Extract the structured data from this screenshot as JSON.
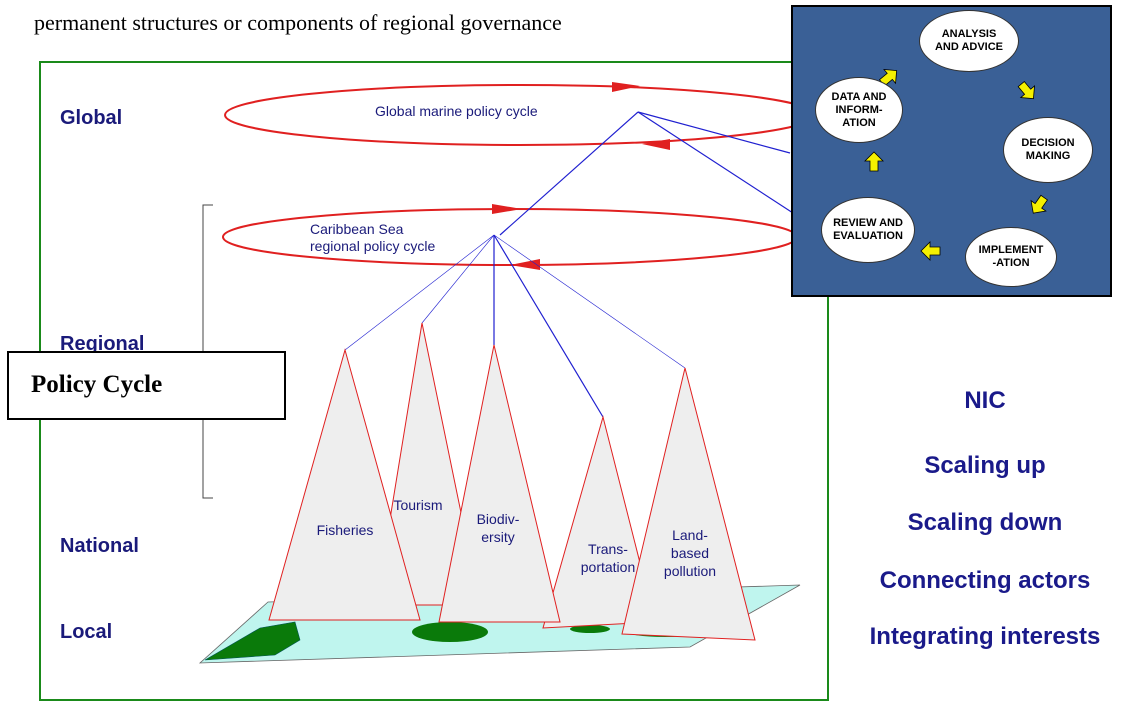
{
  "intro_text": "permanent structures or components of regional governance",
  "levels": {
    "global": "Global",
    "regional": "Regional",
    "national": "National",
    "local": "Local"
  },
  "cycles": {
    "global_line1": "Global marine policy cycle",
    "caribbean_line1": "Caribbean Sea",
    "caribbean_line2": "regional policy cycle"
  },
  "sectors": [
    {
      "lines": [
        "Fisheries"
      ]
    },
    {
      "lines": [
        "Tourism"
      ]
    },
    {
      "lines": [
        "Biodiv-",
        "ersity"
      ]
    },
    {
      "lines": [
        "Trans-",
        "portation"
      ]
    },
    {
      "lines": [
        "Land-",
        "based",
        "pollution"
      ]
    }
  ],
  "policy_box": "Policy Cycle",
  "inset_nodes": {
    "analysis": [
      "ANALYSIS",
      "AND ADVICE"
    ],
    "decision": [
      "DECISION",
      "MAKING"
    ],
    "implementation": [
      "IMPLEMENT",
      "-ATION"
    ],
    "review": [
      "REVIEW AND",
      "EVALUATION"
    ],
    "data": [
      "DATA AND",
      "INFORM-",
      "ATION"
    ]
  },
  "right_items": [
    "NIC",
    "Scaling up",
    "Scaling down",
    "Connecting actors",
    "Integrating interests"
  ],
  "colors": {
    "frame": "#1a8a1a",
    "cycle_red": "#e02020",
    "link_blue": "#2020d0",
    "text_navy": "#1a1a7a",
    "inset_bg": "#3a6096",
    "arrow_yellow": "#f5f000",
    "sea": "#bff5ee",
    "land": "#0a7a0a",
    "peak_fill": "#eeeeee"
  }
}
